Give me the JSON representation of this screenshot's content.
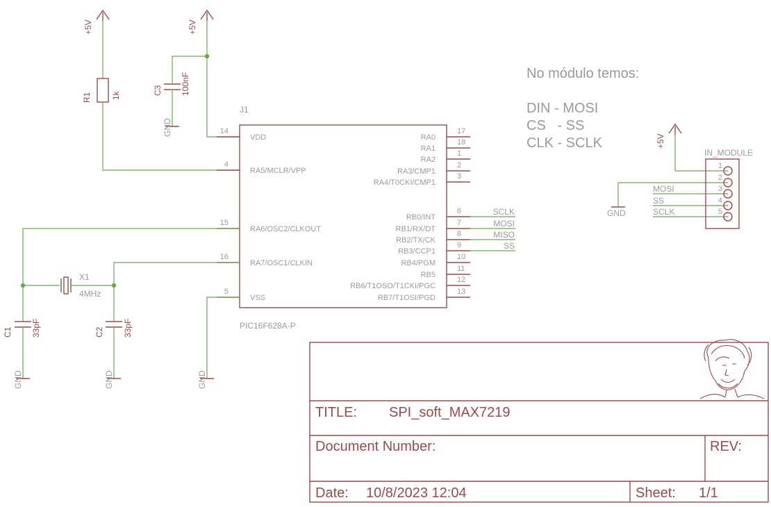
{
  "supplies": {
    "vcc_label": "+5V",
    "gnd_label": "GND"
  },
  "r1": {
    "name": "R1",
    "value": "1k"
  },
  "c3": {
    "name": "C3",
    "value": "100nF"
  },
  "c1": {
    "name": "C1",
    "value": "33pF"
  },
  "c2": {
    "name": "C2",
    "value": "33pF"
  },
  "x1": {
    "name": "X1",
    "value": "4MHz"
  },
  "mcu": {
    "name": "J1",
    "part": "PIC16F628A-P",
    "left_pins": [
      {
        "num": "14",
        "label": "VDD"
      },
      {
        "num": "4",
        "label": "RA5/MCLR/VPP"
      },
      {
        "num": "15",
        "label": "RA6/OSC2/CLKOUT"
      },
      {
        "num": "16",
        "label": "RA7/OSC1/CLKIN"
      },
      {
        "num": "5",
        "label": "VSS"
      }
    ],
    "right_pins": [
      {
        "num": "17",
        "label": "RA0"
      },
      {
        "num": "18",
        "label": "RA1"
      },
      {
        "num": "1",
        "label": "RA2"
      },
      {
        "num": "2",
        "label": "RA3/CMP1"
      },
      {
        "num": "3",
        "label": "RA4/T0CKI/CMP1"
      },
      {
        "num": "6",
        "label": "RB0/INT"
      },
      {
        "num": "7",
        "label": "RB1/RX/DT"
      },
      {
        "num": "8",
        "label": "RB2/TX/CK"
      },
      {
        "num": "9",
        "label": "RB3/CCP1"
      },
      {
        "num": "10",
        "label": "RB4/PGM"
      },
      {
        "num": "11",
        "label": "RB5"
      },
      {
        "num": "12",
        "label": "RB6/T1OSO/T1CKI/PGC"
      },
      {
        "num": "13",
        "label": "RB7/T1OSI/PGD"
      }
    ]
  },
  "mcu_nets": [
    "SCLK",
    "MOSI",
    "MISO",
    "SS"
  ],
  "module": {
    "name": "IN_MODULE",
    "pins": [
      "1",
      "2",
      "3",
      "4",
      "5"
    ],
    "nets": [
      "MOSI",
      "SS",
      "SCLK"
    ]
  },
  "note": {
    "title": "No módulo temos:",
    "lines": [
      "DIN - MOSI",
      "CS   - SS",
      "CLK - SCLK"
    ]
  },
  "frame": {
    "title_label": "TITLE:",
    "title_value": "SPI_soft_MAX7219",
    "docnum_label": "Document Number:",
    "rev_label": "REV:",
    "date_label": "Date:",
    "date_value": "10/8/2023 12:04",
    "sheet_label": "Sheet:",
    "sheet_value": "1/1"
  }
}
